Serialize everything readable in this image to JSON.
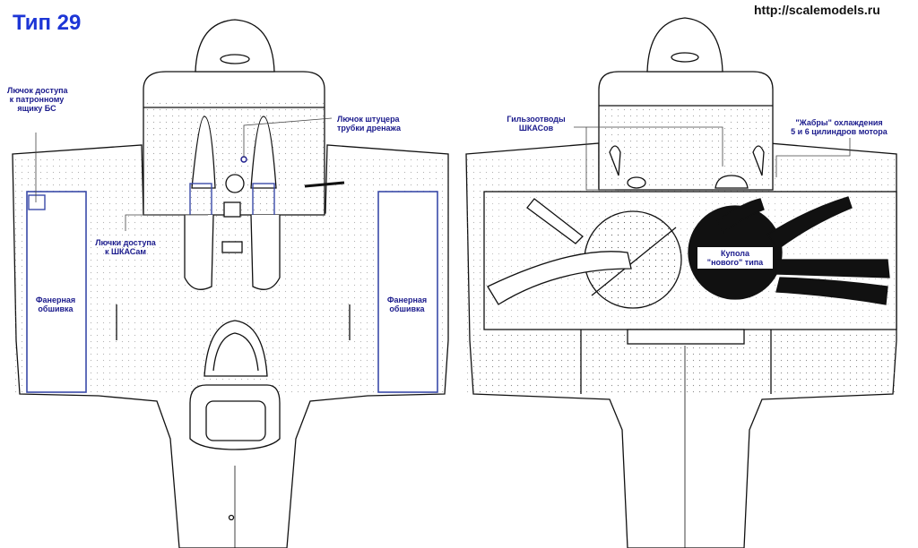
{
  "title": "Тип 29",
  "watermark": "http://scalemodels.ru",
  "left_view": {
    "labels": {
      "cartridge_hatch": [
        "Лючок доступа",
        "к патронному",
        "ящику БС"
      ],
      "drain_hatch": [
        "Лючок штуцера",
        "трубки дренажа"
      ],
      "shkas_hatches": [
        "Лючки доступа",
        "к ШКАСам"
      ],
      "plywood_left": [
        "Фанерная",
        "обшивка"
      ],
      "plywood_right": [
        "Фанерная",
        "обшивка"
      ]
    }
  },
  "right_view": {
    "labels": {
      "shell_ejectors": [
        "Гильзоотводы",
        "ШКАСов"
      ],
      "cooling_gills": [
        "\"Жабры\" охлаждения",
        "5 и 6 цилиндров мотора"
      ],
      "new_canopy": [
        "Купола",
        "\"нового\" типа"
      ]
    }
  },
  "colors": {
    "title": "#1d36d6",
    "label": "#1a1a8c",
    "panel_outline": "#3a4aa8",
    "line": "#111111"
  }
}
